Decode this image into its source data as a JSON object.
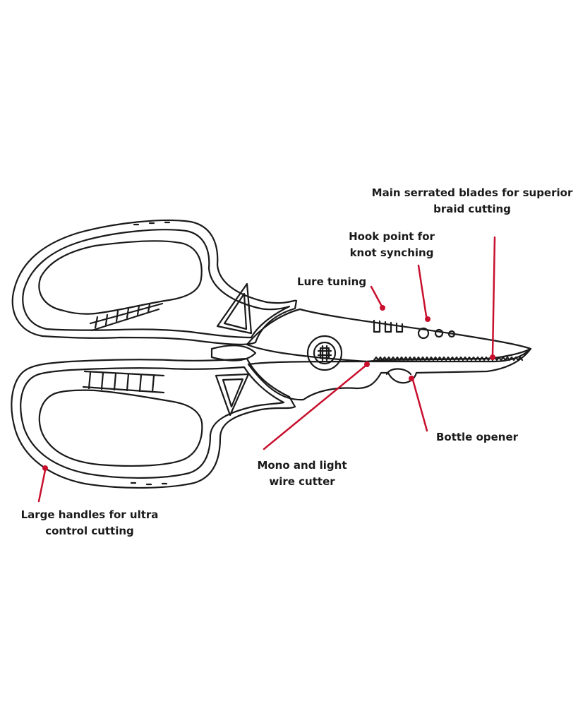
{
  "accent_color": "#c8102e",
  "outline_color": "#1a1a1a",
  "callouts": {
    "blades": {
      "line1": "Main serrated blades for superior",
      "line2": "braid cutting"
    },
    "hook": {
      "line1": "Hook point for",
      "line2": "knot synching"
    },
    "lure": {
      "line1": "Lure tuning"
    },
    "bottle": {
      "line1": "Bottle opener"
    },
    "mono": {
      "line1": "Mono and light",
      "line2": "wire cutter"
    },
    "handles": {
      "line1": "Large handles for ultra",
      "line2": "control cutting"
    }
  }
}
